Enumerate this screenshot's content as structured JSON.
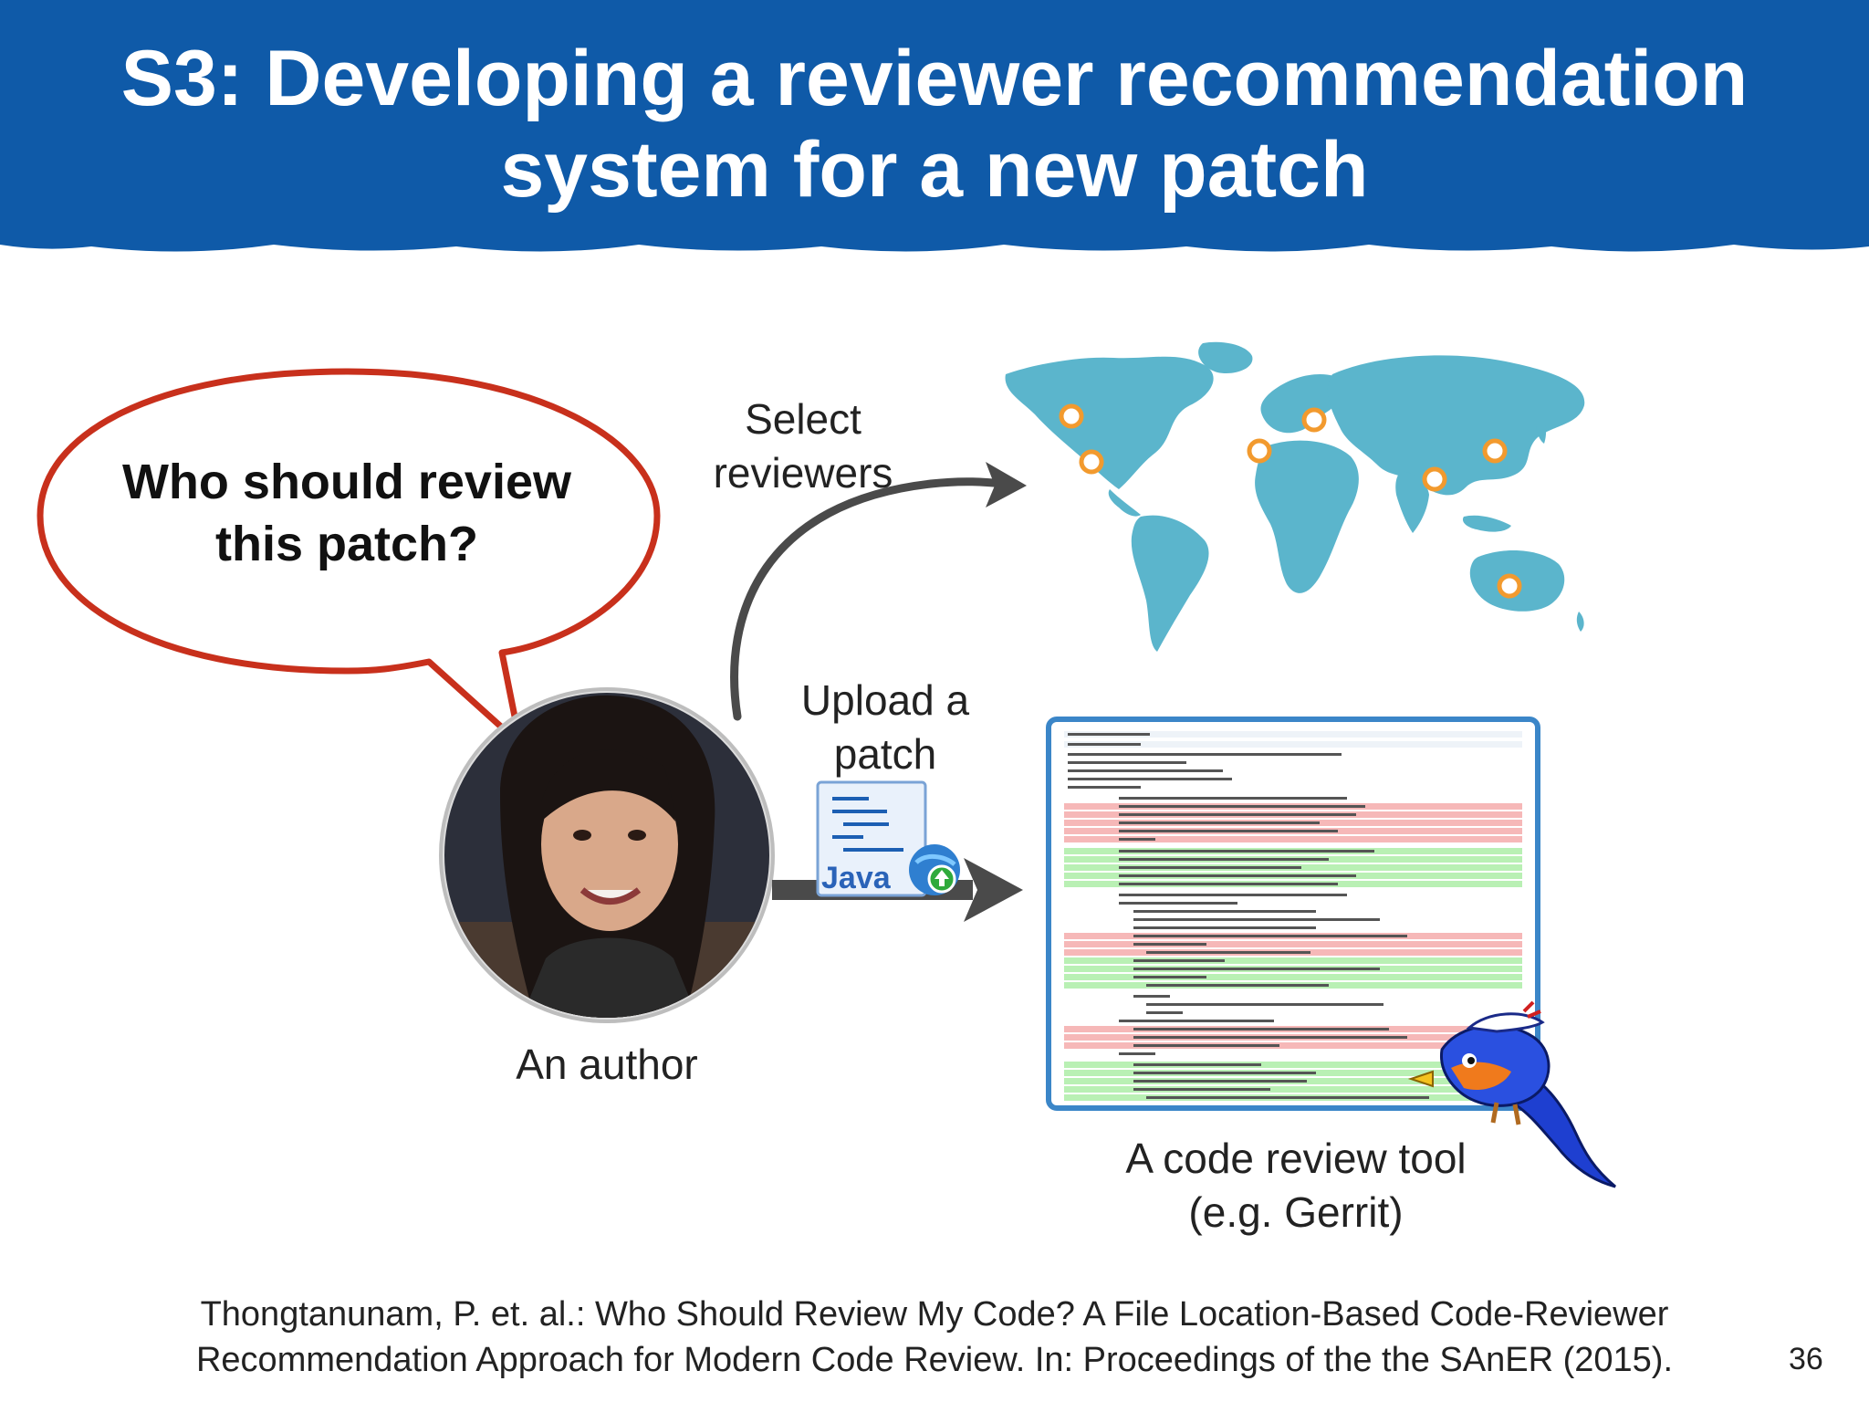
{
  "slide": {
    "title_line1": "S3: Developing a reviewer recommendation",
    "title_line2": "system for a new patch",
    "page_number": "36"
  },
  "bubble": {
    "line1": "Who should review",
    "line2": "this patch?"
  },
  "labels": {
    "select_line1": "Select",
    "select_line2": "reviewers",
    "upload_line1": "Upload a",
    "upload_line2": "patch",
    "author": "An author",
    "tool_line1": "A code review tool",
    "tool_line2": "(e.g. Gerrit)",
    "java_text": "Java"
  },
  "citation": {
    "line1": "Thongtanunam, P. et. al.: Who Should Review My Code? A File Location-Based Code-Reviewer",
    "line2": "Recommendation Approach for Modern Code Review. In: Proceedings of the the SAnER (2015)."
  },
  "colors": {
    "banner": "#0f5aa8",
    "bubble_outline": "#c8301c",
    "map": "#5bb5cc",
    "marker": "#f29a2e",
    "arrow": "#4a4a4a",
    "panel_border": "#3b86c8"
  },
  "icons": {
    "map": "world-map",
    "photo": "author-photo",
    "file": "java-file-icon",
    "mascot": "gerrit-bird-mascot"
  }
}
